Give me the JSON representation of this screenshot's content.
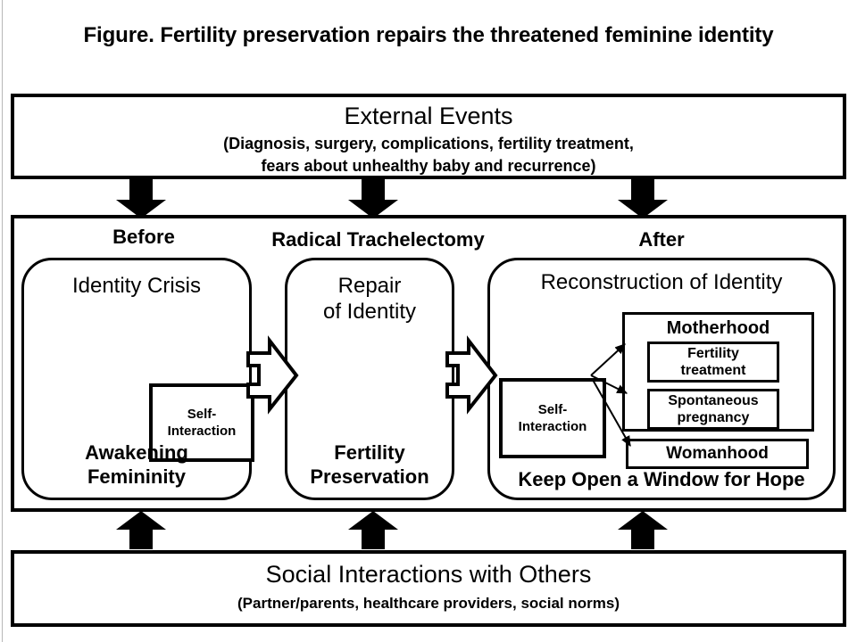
{
  "figure": {
    "title": "Figure.  Fertility preservation repairs the threatened feminine identity"
  },
  "external_events": {
    "title": "External Events",
    "line1": "(Diagnosis, surgery, complications, fertility treatment,",
    "line2": "fears about unhealthy baby and recurrence)"
  },
  "phases": {
    "before": "Before",
    "during": "Radical Trachelectomy",
    "after": "After"
  },
  "stages": {
    "before": {
      "heading": "Identity Crisis",
      "self_interaction": "Self-\nInteraction",
      "self_interaction_line1": "Self-",
      "self_interaction_line2": "Interaction",
      "footer_line1": "Awakening",
      "footer_line2": "Femininity"
    },
    "during": {
      "heading_line1": "Repair",
      "heading_line2": "of Identity",
      "footer_line1": "Fertility",
      "footer_line2": "Preservation"
    },
    "after": {
      "heading": "Reconstruction of Identity",
      "self_interaction_line1": "Self-",
      "self_interaction_line2": "Interaction",
      "motherhood": "Motherhood",
      "fertility_treatment_line1": "Fertility",
      "fertility_treatment_line2": "treatment",
      "spontaneous_line1": "Spontaneous",
      "spontaneous_line2": "pregnancy",
      "womanhood": "Womanhood",
      "footer": "Keep Open a Window for Hope"
    }
  },
  "social_interactions": {
    "title": "Social Interactions with Others",
    "subtitle": "(Partner/parents, healthcare providers, social norms)"
  },
  "colors": {
    "stroke": "#000000",
    "background": "#ffffff",
    "margin_rule": "#b8b8b8"
  },
  "chart_data": {
    "type": "diagram",
    "title": "Figure.  Fertility preservation repairs the threatened feminine identity",
    "nodes": [
      {
        "id": "external-events",
        "label": "External Events",
        "role": "context-band",
        "position": "top"
      },
      {
        "id": "stage-before",
        "label": "Identity Crisis",
        "role": "stage",
        "phase": "Before"
      },
      {
        "id": "stage-during",
        "label": "Repair of Identity",
        "role": "stage",
        "phase": "Radical Trachelectomy"
      },
      {
        "id": "stage-after",
        "label": "Reconstruction of Identity",
        "role": "stage",
        "phase": "After"
      },
      {
        "id": "selfint-before",
        "label": "Self-Interaction",
        "role": "process",
        "parent": "stage-before"
      },
      {
        "id": "selfint-after",
        "label": "Self-Interaction",
        "role": "process",
        "parent": "stage-after"
      },
      {
        "id": "motherhood",
        "label": "Motherhood",
        "role": "outcome-group",
        "parent": "stage-after"
      },
      {
        "id": "fertility-treatment",
        "label": "Fertility treatment",
        "role": "outcome",
        "parent": "motherhood"
      },
      {
        "id": "spontaneous-pregnancy",
        "label": "Spontaneous pregnancy",
        "role": "outcome",
        "parent": "motherhood"
      },
      {
        "id": "womanhood",
        "label": "Womanhood",
        "role": "outcome",
        "parent": "stage-after"
      },
      {
        "id": "social-interactions",
        "label": "Social Interactions with Others",
        "role": "context-band",
        "position": "bottom"
      }
    ],
    "edges": [
      {
        "from": "external-events",
        "to": "stage-before",
        "style": "thick-down-arrow"
      },
      {
        "from": "external-events",
        "to": "stage-during",
        "style": "thick-down-arrow"
      },
      {
        "from": "external-events",
        "to": "stage-after",
        "style": "thick-down-arrow"
      },
      {
        "from": "social-interactions",
        "to": "stage-before",
        "style": "thick-up-arrow"
      },
      {
        "from": "social-interactions",
        "to": "stage-during",
        "style": "thick-up-arrow"
      },
      {
        "from": "social-interactions",
        "to": "stage-after",
        "style": "thick-up-arrow"
      },
      {
        "from": "stage-before",
        "to": "stage-during",
        "style": "hollow-block-arrow"
      },
      {
        "from": "stage-during",
        "to": "stage-after",
        "style": "hollow-block-arrow"
      },
      {
        "from": "selfint-after",
        "to": "fertility-treatment",
        "style": "thin-arrow"
      },
      {
        "from": "selfint-after",
        "to": "spontaneous-pregnancy",
        "style": "thin-arrow"
      },
      {
        "from": "selfint-after",
        "to": "womanhood",
        "style": "thin-arrow"
      }
    ]
  }
}
